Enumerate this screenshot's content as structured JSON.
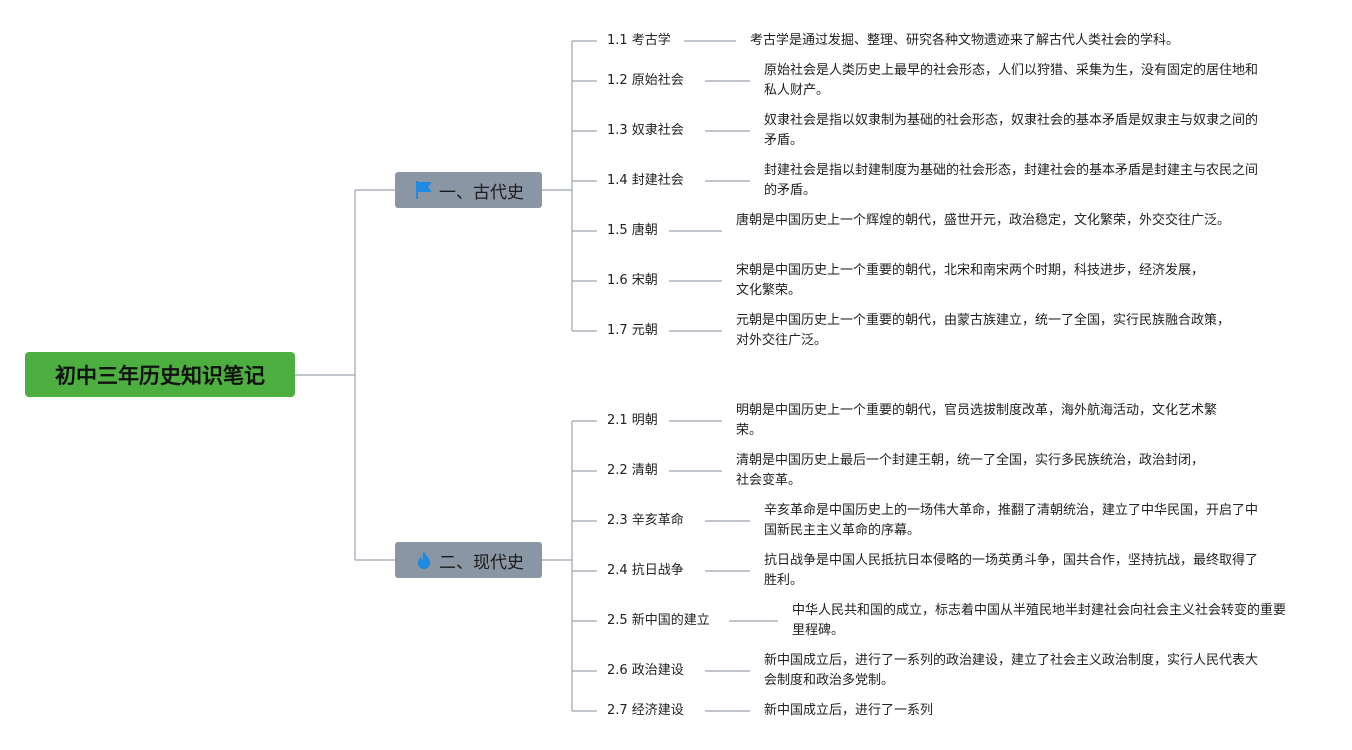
{
  "root": {
    "title": "初中三年历史知识笔记"
  },
  "sections": [
    {
      "title": "一、古代史",
      "icon": "flag-icon",
      "icon_color": "#1e8be0",
      "topics": [
        {
          "label": "1.1 考古学",
          "desc": "考古学是通过发掘、整理、研究各种文物遗迹来了解古代人类社会的学科。"
        },
        {
          "label": "1.2 原始社会",
          "desc": "原始社会是人类历史上最早的社会形态，人们以狩猎、采集为生，没有固定的居住地和私人财产。"
        },
        {
          "label": "1.3 奴隶社会",
          "desc": "奴隶社会是指以奴隶制为基础的社会形态，奴隶社会的基本矛盾是奴隶主与奴隶之间的矛盾。"
        },
        {
          "label": "1.4 封建社会",
          "desc": "封建社会是指以封建制度为基础的社会形态，封建社会的基本矛盾是封建主与农民之间的矛盾。"
        },
        {
          "label": "1.5 唐朝",
          "desc": "唐朝是中国历史上一个辉煌的朝代，盛世开元，政治稳定，文化繁荣，外交交往广泛。"
        },
        {
          "label": "1.6 宋朝",
          "desc": "宋朝是中国历史上一个重要的朝代，北宋和南宋两个时期，科技进步，经济发展，文化繁荣。"
        },
        {
          "label": "1.7 元朝",
          "desc": "元朝是中国历史上一个重要的朝代，由蒙古族建立，统一了全国，实行民族融合政策，对外交往广泛。"
        }
      ]
    },
    {
      "title": "二、现代史",
      "icon": "flame-icon",
      "icon_color": "#1e8be0",
      "topics": [
        {
          "label": "2.1 明朝",
          "desc": "明朝是中国历史上一个重要的朝代，官员选拔制度改革，海外航海活动，文化艺术繁荣。"
        },
        {
          "label": "2.2 清朝",
          "desc": "清朝是中国历史上最后一个封建王朝，统一了全国，实行多民族统治，政治封闭，社会变革。"
        },
        {
          "label": "2.3 辛亥革命",
          "desc": "辛亥革命是中国历史上的一场伟大革命，推翻了清朝统治，建立了中华民国，开启了中国新民主主义革命的序幕。"
        },
        {
          "label": "2.4 抗日战争",
          "desc": "抗日战争是中国人民抵抗日本侵略的一场英勇斗争，国共合作，坚持抗战，最终取得了胜利。"
        },
        {
          "label": "2.5 新中国的建立",
          "desc": "中华人民共和国的成立，标志着中国从半殖民地半封建社会向社会主义社会转变的重要里程碑。"
        },
        {
          "label": "2.6 政治建设",
          "desc": "新中国成立后，进行了一系列的政治建设，建立了社会主义政治制度，实行人民代表大会制度和政治多党制。"
        },
        {
          "label": "2.7 经济建设",
          "desc": "新中国成立后，进行了一系列"
        }
      ]
    }
  ]
}
